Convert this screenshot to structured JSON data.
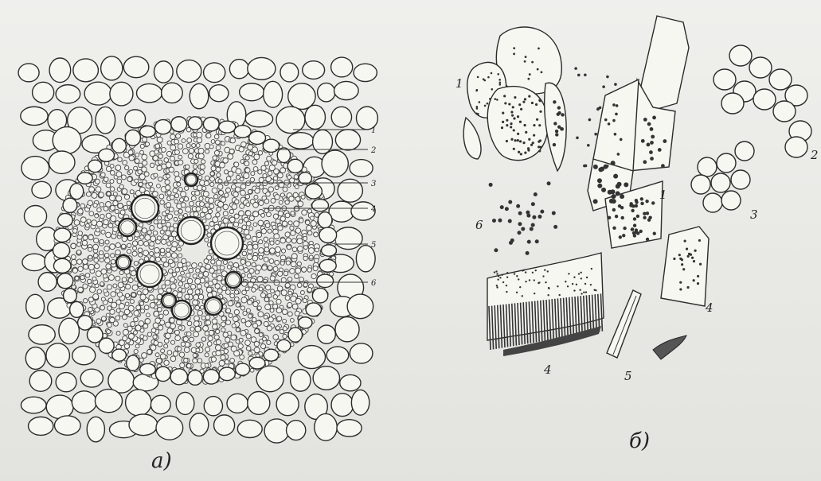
{
  "panels": {
    "a": {
      "label": "а)"
    },
    "b": {
      "label": "б)"
    }
  },
  "panel_a_callouts": [
    "1",
    "2",
    "3",
    "4",
    "5",
    "6"
  ],
  "panel_b_labels": {
    "cell_group_top": "1",
    "cell_group_strip": "1",
    "parenchyma_right": "2",
    "small_cluster": "3",
    "dermal_fragment": "4",
    "sheet_fragment": "4",
    "tracheid_fragment": "5",
    "starch_grains": "6"
  }
}
